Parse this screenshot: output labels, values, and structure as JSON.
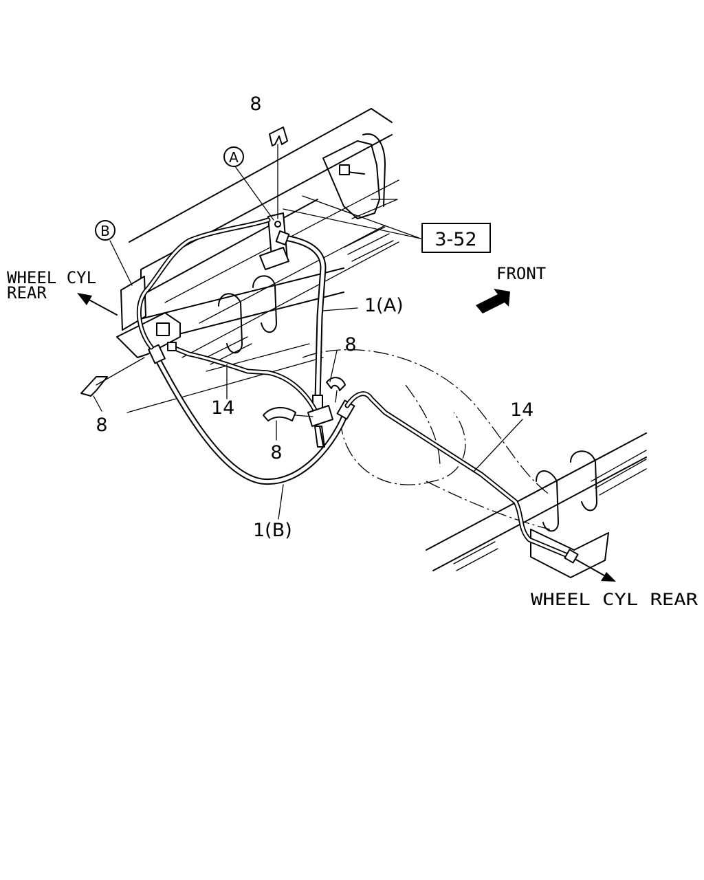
{
  "callouts": {
    "marker_a": "A",
    "marker_b": "B",
    "ref_box": "3-52",
    "clip_top": "8",
    "clip_left": "8",
    "clip_center": "8",
    "clip_right": "8",
    "hose_a": "1(A)",
    "hose_b": "1(B)",
    "pipe_left": "14",
    "pipe_right": "14"
  },
  "directions": {
    "front": "FRONT",
    "wheel_cyl_rear_left_line1": "WHEEL CYL",
    "wheel_cyl_rear_left_line2": "REAR",
    "wheel_cyl_rear_right": "WHEEL CYL REAR"
  }
}
